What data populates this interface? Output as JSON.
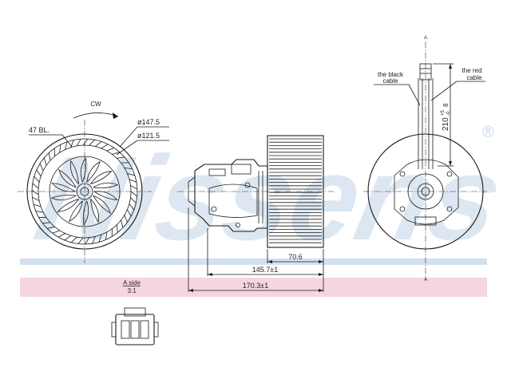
{
  "watermark": {
    "text": "Nissens",
    "registered": "®",
    "color": "#c9d8e8"
  },
  "front_view": {
    "blade_count_label": "47 BL.",
    "rotation_label": "CW",
    "outer_diameter_label": "ø147.5",
    "inner_diameter_label": "ø121.5"
  },
  "side_view": {
    "fan_depth_label": "70.6",
    "motor_length_label": "145.7±1",
    "total_length_label": "170.3±1"
  },
  "rear_view": {
    "view_marker_top": "A",
    "view_marker_bottom": "A",
    "black_cable_label": [
      "the black",
      "cable"
    ],
    "red_cable_label": [
      "the red",
      "cable"
    ],
    "cable_length_label": "210",
    "cable_tolerance_plus": "+5",
    "cable_tolerance_minus": "-0",
    "cable_tolerance_extra": "8"
  },
  "detail": {
    "title": "A side",
    "scale": "3:1"
  },
  "colors": {
    "band_pink": "#f6d6de",
    "band_blue": "#d3e0ee",
    "line": "#1a1a1a"
  }
}
